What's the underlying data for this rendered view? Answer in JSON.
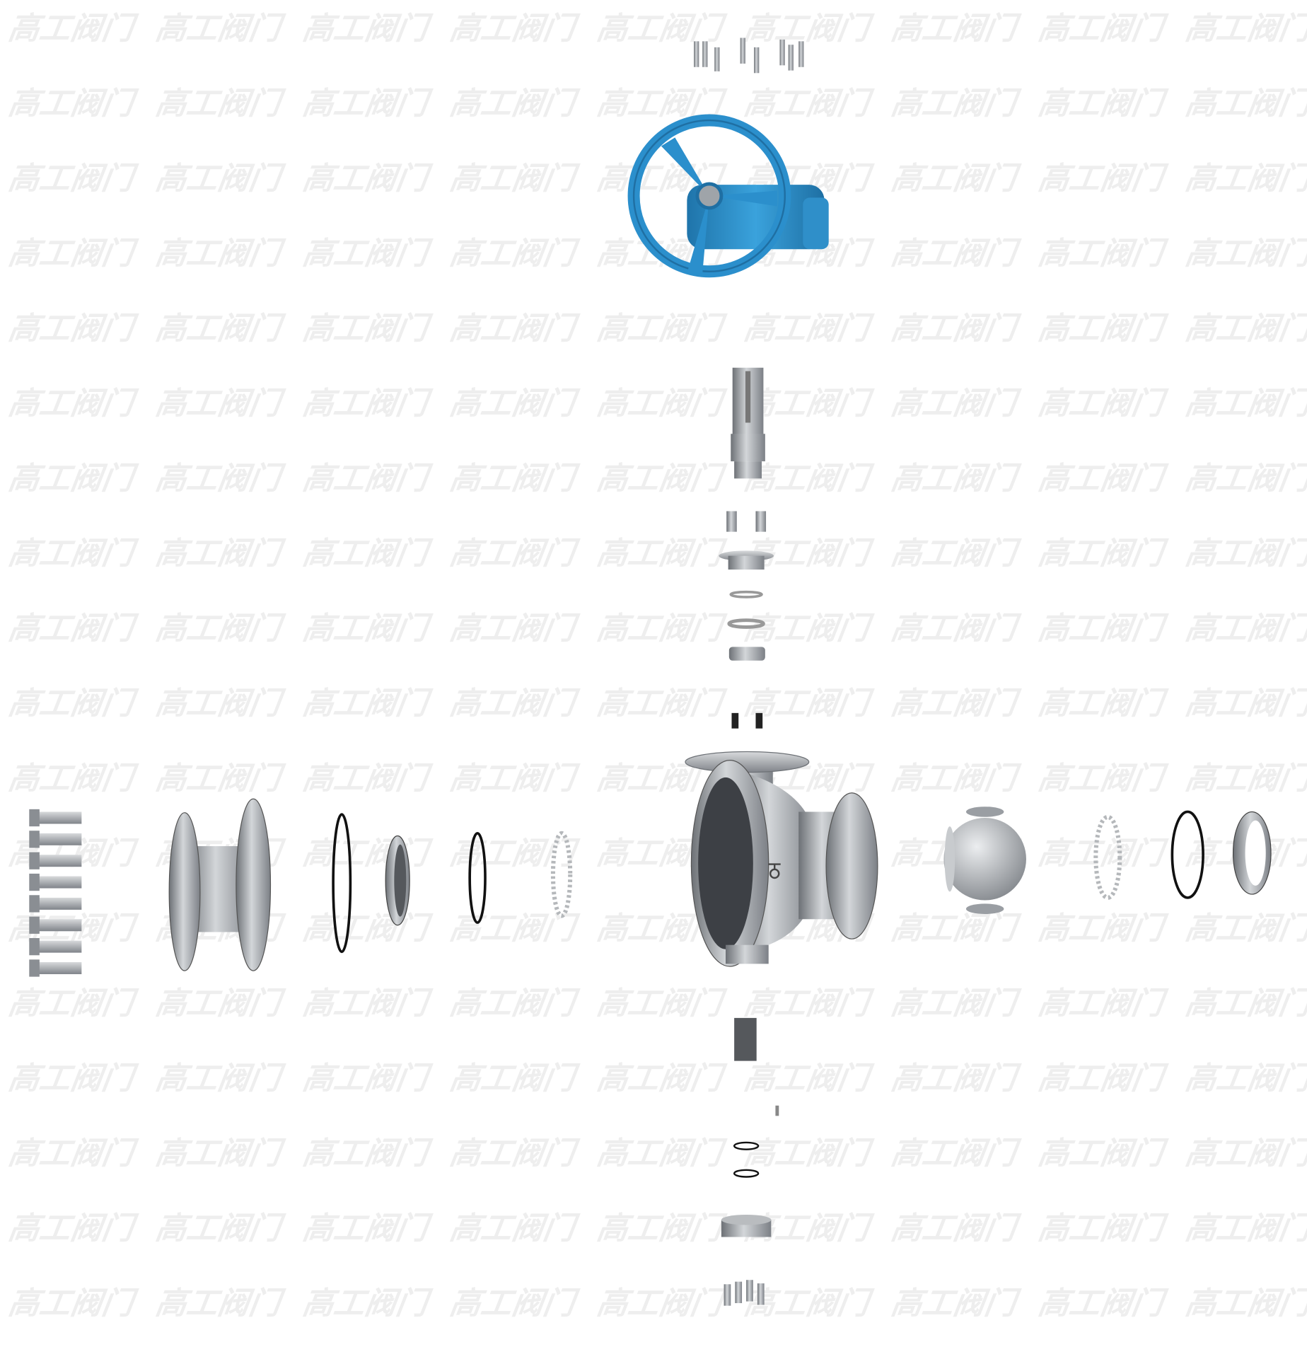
{
  "watermark": {
    "text": "高工阀门",
    "columns": 9,
    "rows": 18
  },
  "colors": {
    "handwheel": "#2b8fcc",
    "steel": "#a9adb2",
    "steel_dark": "#5e6268",
    "seal": "#111111",
    "watermark": "#eeeeee"
  }
}
